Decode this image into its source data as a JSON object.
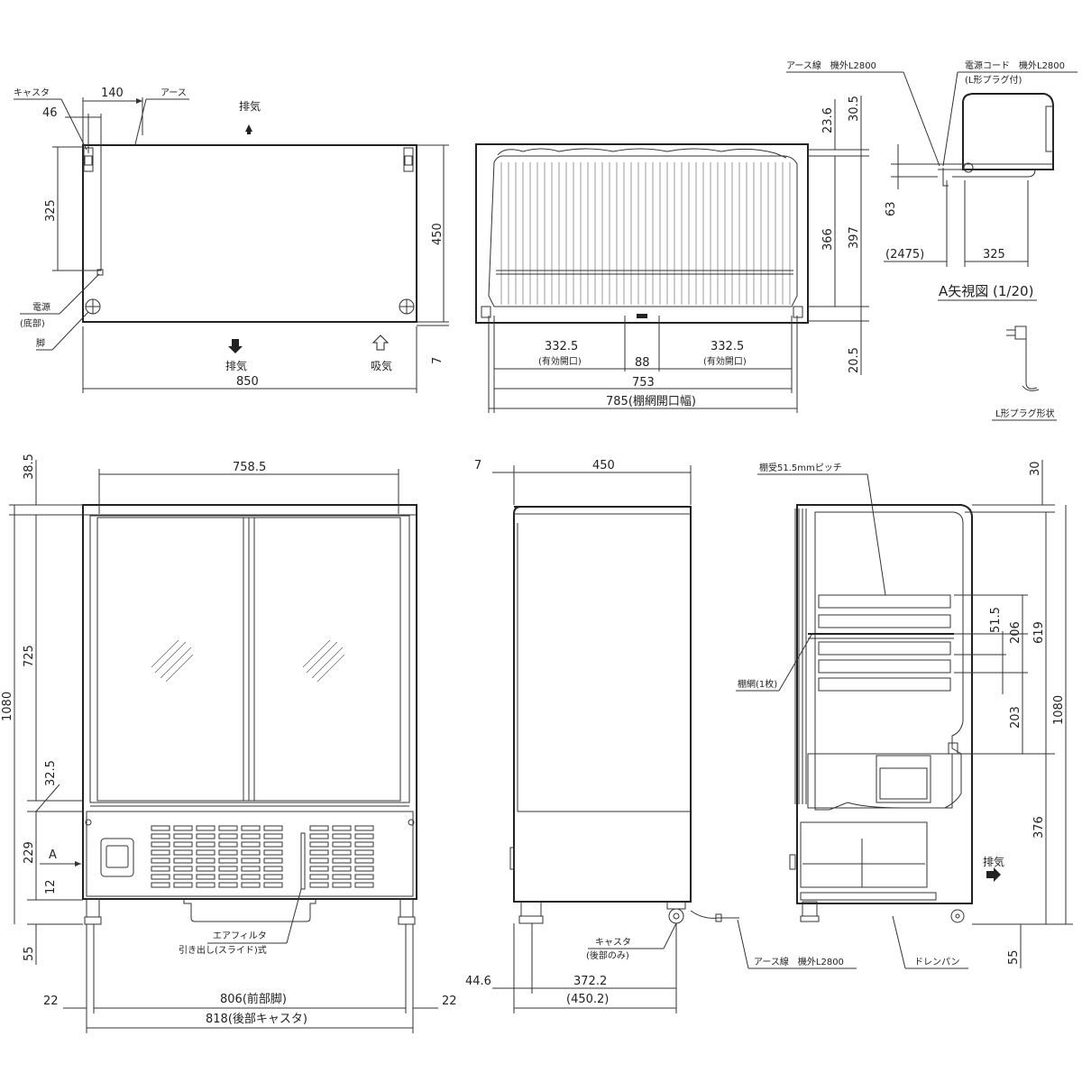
{
  "top_view": {
    "dim_140": "140",
    "dim_46": "46",
    "dim_325": "325",
    "dim_450": "450",
    "dim_7": "7",
    "dim_850": "850",
    "caster_label": "キャスタ",
    "earth_label": "アース",
    "power_label": "電源",
    "power_sub_label": "(底部)",
    "leg_label": "脚",
    "exhaust_top": "排気",
    "exhaust_bottom": "排気",
    "intake": "吸気"
  },
  "shelf_view": {
    "dim_23_6": "23.6",
    "dim_30_5": "30.5",
    "dim_366": "366",
    "dim_397": "397",
    "dim_20_5": "20.5",
    "dim_332_5_left": "332.5",
    "dim_332_5_left_sub": "(有効開口)",
    "dim_88": "88",
    "dim_332_5_right": "332.5",
    "dim_332_5_right_sub": "(有効開口)",
    "dim_753": "753",
    "dim_785": "785(棚網開口幅)"
  },
  "arrow_view": {
    "earth_wire": "アース線　機外L2800",
    "power_cord": "電源コード　機外L2800",
    "power_cord_sub": "(L形プラグ付)",
    "dim_63": "63",
    "dim_2475": "(2475)",
    "dim_325": "325",
    "title": "A矢視図 (1/20)",
    "plug_label": "L形プラグ形状"
  },
  "front_view": {
    "dim_38_5": "38.5",
    "dim_758_5": "758.5",
    "dim_725": "725",
    "dim_1080": "1080",
    "dim_32_5": "32.5",
    "dim_229": "229",
    "dim_12": "12",
    "dim_55": "55",
    "a_label": "A",
    "air_filter": "エアフィルタ",
    "air_filter_sub": "引き出し(スライド)式",
    "dim_22_left": "22",
    "dim_22_right": "22",
    "dim_806": "806(前部脚)",
    "dim_818": "818(後部キャスタ)"
  },
  "side_view": {
    "dim_7": "7",
    "dim_450": "450",
    "caster_label": "キャスタ",
    "caster_sub": "(後部のみ)",
    "dim_44_6": "44.6",
    "dim_372_2": "372.2",
    "dim_450_2": "(450.2)"
  },
  "section_view": {
    "dim_30": "30",
    "shelf_pitch": "棚受51.5mmピッチ",
    "dim_51_5": "51.5",
    "dim_206": "206",
    "dim_619": "619",
    "shelf_net": "棚網(1枚)",
    "dim_203": "203",
    "dim_1080": "1080",
    "dim_376": "376",
    "exhaust": "排気",
    "dim_55": "55",
    "earth_wire": "アース線　機外L2800",
    "drain_pan": "ドレンパン"
  }
}
